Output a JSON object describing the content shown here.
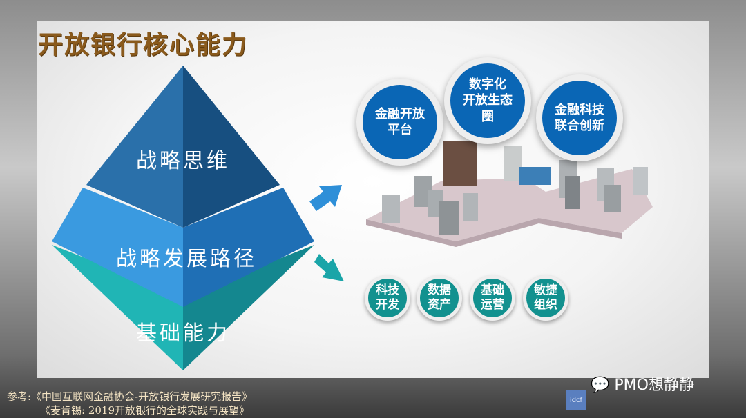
{
  "title": "开放银行核心能力",
  "pyramid": {
    "top": "战略思维",
    "middle": "战略发展路径",
    "bottom": "基础能力"
  },
  "upper_circles": [
    {
      "label": "金融开放\n平台"
    },
    {
      "label": "数字化\n开放生态\n圈"
    },
    {
      "label": "金融科技\n联合创新"
    }
  ],
  "lower_circles": [
    {
      "label": "科技\n开发"
    },
    {
      "label": "数据\n资产"
    },
    {
      "label": "基础\n运营"
    },
    {
      "label": "敏捷\n组织"
    }
  ],
  "references": [
    "参考:《中国互联网金融协会-开放银行发展研究报告》",
    "《麦肯锡: 2019开放银行的全球实践与展望》"
  ],
  "watermark": "PMO想静静",
  "logo": "idcf",
  "colors": {
    "top": "#1f5f96",
    "middle": "#2e86d0",
    "bottom": "#16a4a8",
    "circle": "#0a66b5",
    "small_circle": "#12918f",
    "title": "#8a5a1c"
  }
}
